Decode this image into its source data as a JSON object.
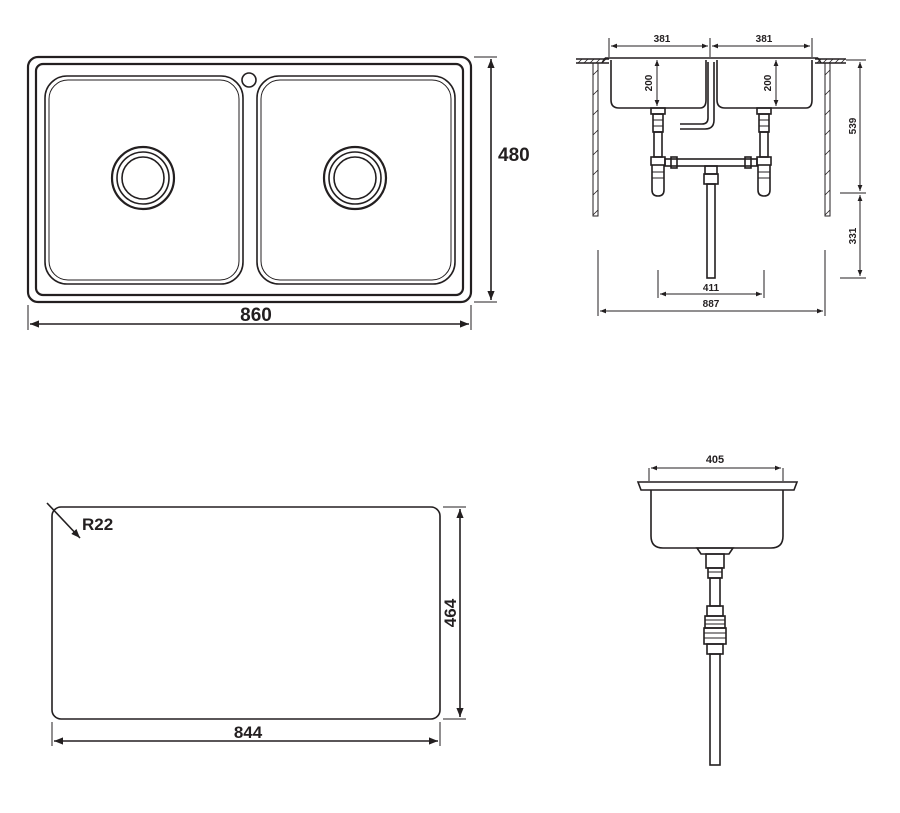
{
  "top_view": {
    "width": "860",
    "height": "480"
  },
  "side_view": {
    "left_bowl_width": "381",
    "right_bowl_width": "381",
    "left_bowl_depth": "200",
    "right_bowl_depth": "200",
    "cabinet_height": "539",
    "drain_height": "331",
    "drain_spacing": "411",
    "cabinet_width": "887"
  },
  "cutout_view": {
    "corner_radius": "R22",
    "width": "844",
    "height": "464"
  },
  "section_view": {
    "bowl_width": "405"
  }
}
